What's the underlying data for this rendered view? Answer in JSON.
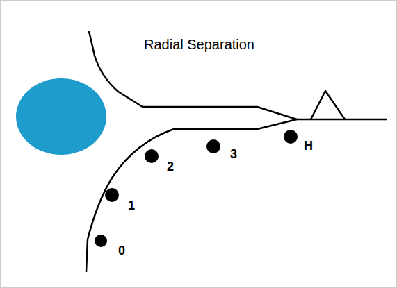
{
  "diagram": {
    "title": "Radial Separation",
    "labels": [
      "0",
      "1",
      "2",
      "3",
      "H"
    ]
  }
}
